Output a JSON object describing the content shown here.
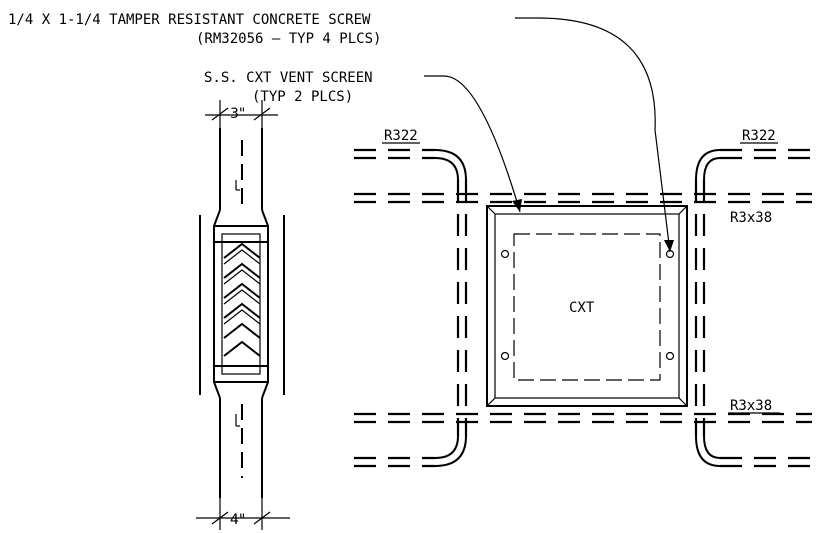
{
  "callouts": {
    "screw_line1": "1/4 X 1-1/4 TAMPER RESISTANT CONCRETE SCREW",
    "screw_line2": "(RM32056 – TYP 4 PLCS)",
    "screen_line1": "S.S. CXT VENT SCREEN",
    "screen_line2": "(TYP 2 PLCS)"
  },
  "dimensions": {
    "top_width": "3\"",
    "bottom_width": "4\""
  },
  "rebar_labels": {
    "top_left": "R322",
    "top_right": "R322",
    "mid_right_upper": "R3x38",
    "mid_right_lower": "R3x38"
  },
  "screen_mark": "CXT"
}
